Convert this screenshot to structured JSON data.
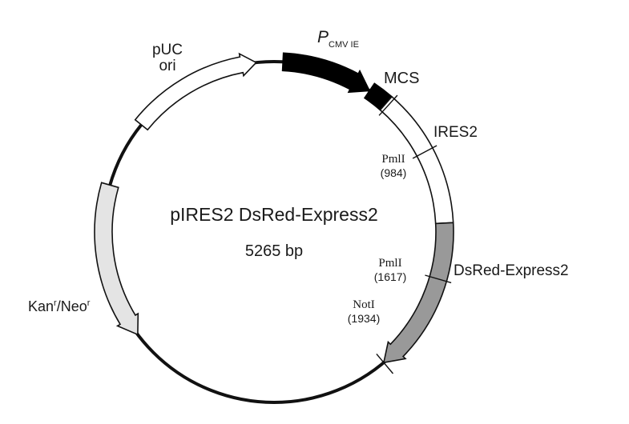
{
  "plasmid": {
    "name": "pIRES2 DsRed-Express2",
    "size": "5265 bp"
  },
  "features": {
    "puc_ori": {
      "line1": "pUC",
      "line2": "ori"
    },
    "promoter": {
      "letter": "P",
      "subscript": "CMV IE"
    },
    "mcs": {
      "label": "MCS"
    },
    "ires2": {
      "label": "IRES2"
    },
    "dsred": {
      "label": "DsRed-Express2"
    },
    "kan_neo": {
      "part1": "Kan",
      "sup1": "r",
      "part2": "/Neo",
      "sup2": "r"
    }
  },
  "sites": [
    {
      "name": "PmlI",
      "position": "(984)"
    },
    {
      "name": "PmlI",
      "position": "(1617)"
    },
    {
      "name": "NotI",
      "position": "(1934)"
    }
  ],
  "colors": {
    "backbone": "#111111",
    "promoter_fill": "#000000",
    "mcs_fill": "#000000",
    "ires2_fill": "#ffffff",
    "dsred_fill": "#999999",
    "kan_fill": "#e4e4e4",
    "ori_fill": "#ffffff"
  }
}
